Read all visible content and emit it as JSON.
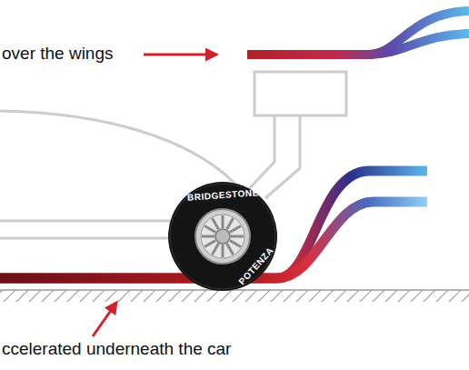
{
  "diagram": {
    "labels": [
      "over the wings",
      "ccelerated underneath the car",
      "BRIDGESTONE",
      "POTENZA"
    ]
  }
}
